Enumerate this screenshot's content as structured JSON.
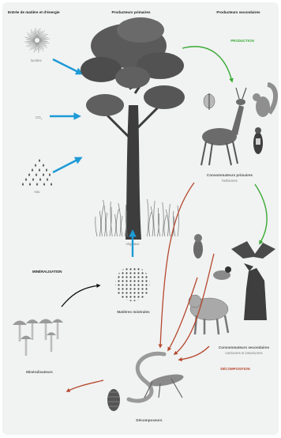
{
  "headers": {
    "input": "Entrée de matière et d’énergie",
    "producers": "Producteurs primaires",
    "secondary": "Producteurs secondaires"
  },
  "labels": {
    "light": "lumière",
    "co2_main": "CO",
    "co2_sub": "2",
    "water": "eau",
    "plants": "végétaux",
    "production": "PRODUCTION",
    "primary_consumers": "Consommateurs primaires",
    "herbivores": "herbivores",
    "mineralisation": "MINÉRALISATION",
    "minerals": "Matières minérales",
    "mineralizers": "Minéralisateurs",
    "secondary_consumers": "Consommateurs secondaires",
    "carnivores": "carnivores et insectivores",
    "decomposition": "DÉCOMPOSITION",
    "decomposers": "Décomposeurs"
  },
  "colors": {
    "blue_arrow": "#1d9ad6",
    "green_arrow": "#3aaa35",
    "red_arrow": "#b5482d",
    "black_arrow": "#111111",
    "panel_bg": "#f1f2f2",
    "label_grey": "#7a7a7a",
    "header_black": "#222222"
  },
  "icons": [
    "sun-rays-icon",
    "water-drops-icon",
    "tree-icon",
    "deer-icon",
    "squirrel-icon",
    "moth-icon",
    "woodpecker-icon",
    "birds-icon",
    "bat-icon",
    "wolf-icon",
    "lynx-icon",
    "mushrooms-icon",
    "worm-icon",
    "grasshopper-icon",
    "woodlouse-icon",
    "minerals-icon",
    "grass-icon"
  ]
}
